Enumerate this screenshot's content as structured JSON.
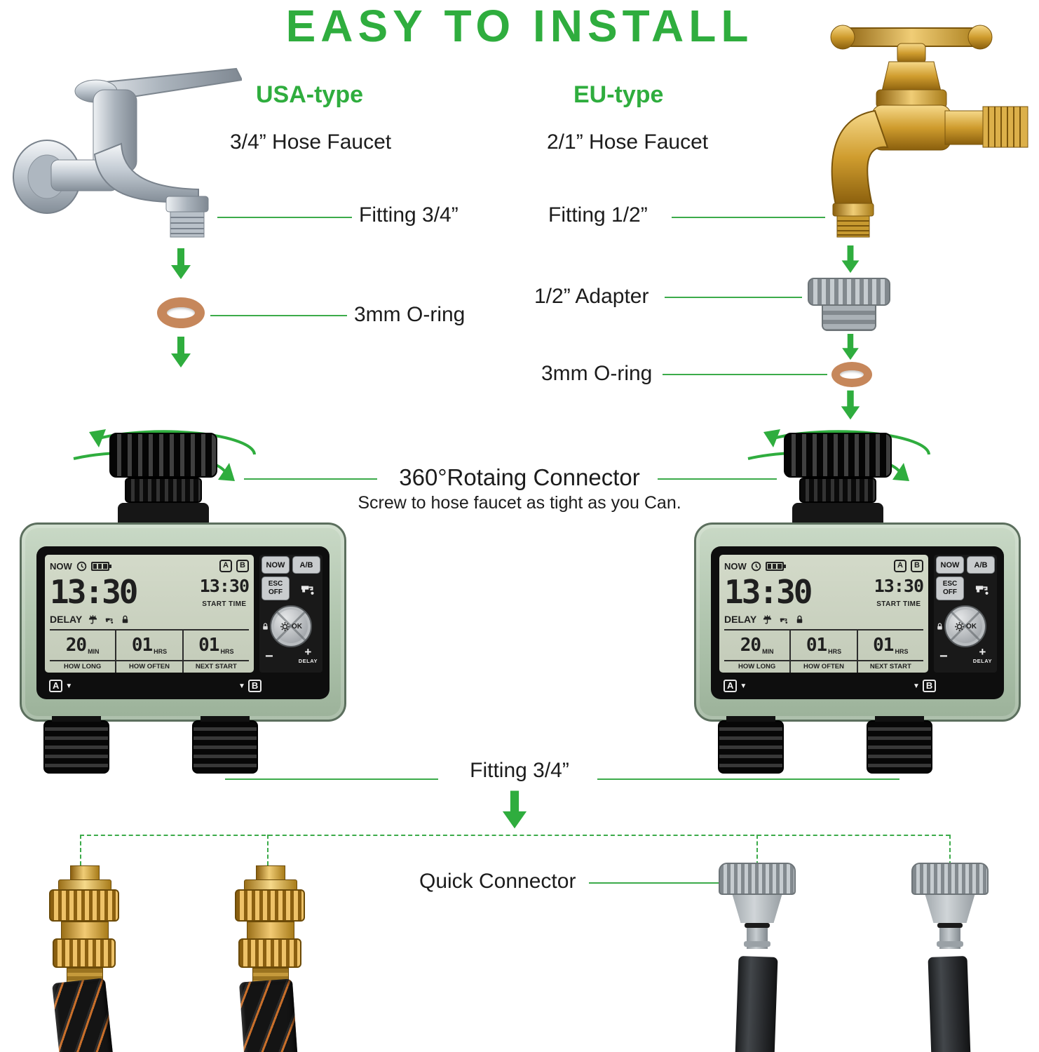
{
  "title": "EASY TO INSTALL",
  "usa": {
    "header": "USA-type",
    "subheader": "3/4” Hose Faucet",
    "fitting_label": "Fitting 3/4”",
    "oring_label": "3mm O-ring"
  },
  "eu": {
    "header": "EU-type",
    "subheader": "2/1” Hose Faucet",
    "fitting_label": "Fitting 1/2”",
    "adapter_label": "1/2” Adapter",
    "oring_label": "3mm O-ring"
  },
  "rotating": {
    "title": "360°Rotaing Connector",
    "subtitle": "Screw to hose faucet as tight as you Can."
  },
  "bottom": {
    "fitting_label": "Fitting 3/4”",
    "quick_connector_label": "Quick Connector"
  },
  "timer": {
    "now": "NOW",
    "channel_a": "A",
    "channel_b": "B",
    "time_main": "13:30",
    "start_time_value": "13:30",
    "start_time_label": "START TIME",
    "delay": "DELAY",
    "how_long": {
      "value": "20",
      "unit": "MIN",
      "label": "HOW LONG"
    },
    "how_often": {
      "value": "01",
      "unit": "HRS",
      "label": "HOW OFTEN"
    },
    "next_start": {
      "value": "01",
      "unit": "HRS",
      "label": "NEXT START"
    },
    "buttons": {
      "now": "NOW",
      "ab": "A/B",
      "esc": "ESC",
      "off": "OFF",
      "ok": "OK",
      "minus": "−",
      "plus": "+",
      "delay": "DELAY"
    },
    "footer_a": "A",
    "footer_b": "B",
    "triangle_down": "▼"
  },
  "colors": {
    "accent_green": "#2fad3e",
    "device_body": "#b9cdb7",
    "lcd": "#ccd3c4",
    "brass": "#c9972c",
    "chrome": "#c3cad1",
    "copper_oring": "#c6875b"
  }
}
